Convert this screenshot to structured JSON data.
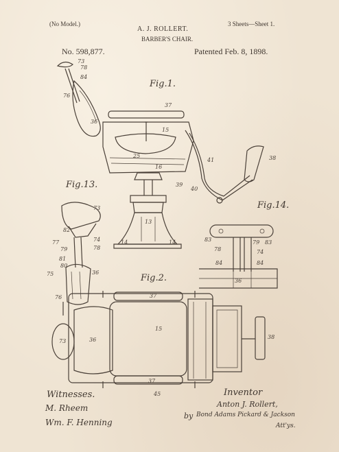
{
  "header": {
    "model_note": "(No Model.)",
    "inventor_name": "A. J. ROLLERT.",
    "title": "BARBER'S CHAIR.",
    "sheets": "3 Sheets—Sheet 1.",
    "patent_number": "No. 598,877.",
    "patent_date": "Patented Feb. 8, 1898."
  },
  "figures": {
    "fig1": "Fig.1.",
    "fig13": "Fig.13.",
    "fig14": "Fig.14.",
    "fig2": "Fig.2."
  },
  "reference_numerals": {
    "fig1": [
      "73",
      "78",
      "84",
      "76",
      "36",
      "37",
      "15",
      "25",
      "16",
      "41",
      "38",
      "39",
      "40",
      "13",
      "14"
    ],
    "fig13": [
      "73",
      "82",
      "77",
      "79",
      "81",
      "80",
      "75",
      "76",
      "74",
      "78",
      "36"
    ],
    "fig14": [
      "83",
      "78",
      "79",
      "83",
      "74",
      "84",
      "84",
      "36"
    ],
    "fig2": [
      "37",
      "15",
      "36",
      "73",
      "38",
      "37",
      "45"
    ]
  },
  "footer": {
    "witnesses_label": "Witnesses.",
    "witness_1": "M. Rheem",
    "witness_2": "Wm. F. Henning",
    "inventor_label": "Inventor",
    "inventor_signature": "Anton J. Rollert,",
    "by_label": "by",
    "attorneys": "Bond Adams Pickard & Jackson",
    "attys": "Att'ys."
  }
}
